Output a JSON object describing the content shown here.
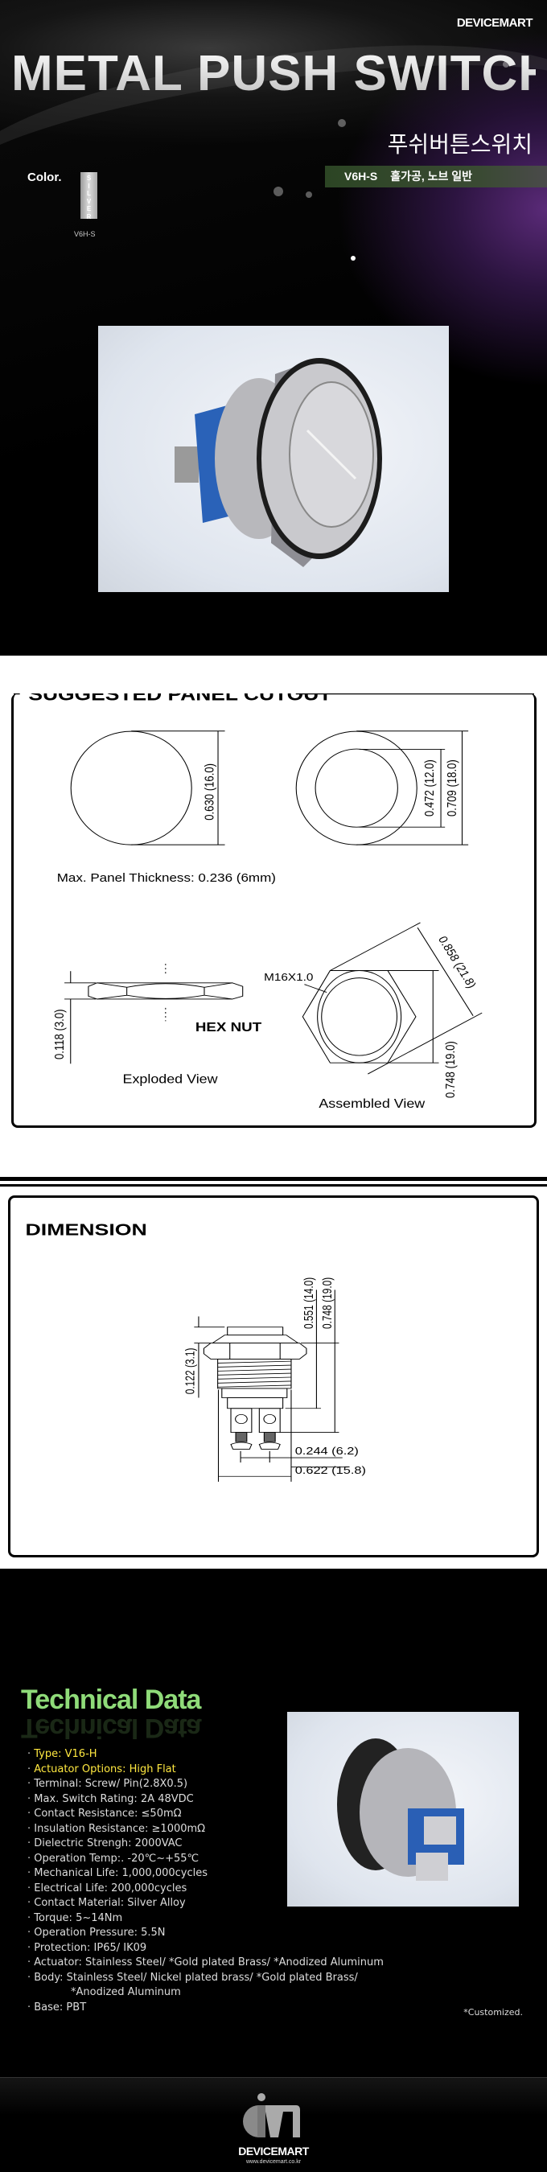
{
  "header": {
    "brand": "DEVICEMART",
    "title": "METAL PUSH SWITCH",
    "title_kr": "푸쉬버튼스위치",
    "variant_code": "V6H-S",
    "variant_desc": "홀가공, 노브 일반",
    "color_label": "Color.",
    "swatch_text": "SILVER",
    "swatch_code": "V6H-S",
    "swatch_color": "#c8c8c8",
    "accent_purple": "#5a2a78",
    "bar_green": "#2c4524"
  },
  "cutout": {
    "title": "SUGGESTED PANEL CUTOUT",
    "dim1": "0.630 (16.0)",
    "dim2": "0.472 (12.0)",
    "dim3": "0.709 (18.0)",
    "thickness": "Max. Panel Thickness: 0.236 (6mm)",
    "nut_dim": "0.118 (3.0)",
    "hex_nut": "HEX NUT",
    "exploded": "Exploded View",
    "thread": "M16X1.0",
    "hex_diag": "0.858 (21.8)",
    "hex_flat": "0.748 (19.0)",
    "assembled": "Assembled View"
  },
  "dimension": {
    "title": "DIMENSION",
    "d_top": "0.122 (3.1)",
    "d_551": "0.551 (14.0)",
    "d_748": "0.748 (19.0)",
    "d_244": "0.244 (6.2)",
    "d_622": "0.622 (15.8)"
  },
  "tech": {
    "title": "Technical Data",
    "accent": "#8fdb79",
    "highlight": "#ffe840",
    "specs": [
      "Type: V16-H",
      "Actuator Options: High Flat",
      "Terminal: Screw/ Pin(2.8X0.5)",
      "Max. Switch Rating: 2A 48VDC",
      "Contact Resistance: ≤50mΩ",
      "Insulation Resistance: ≥1000mΩ",
      "Dielectric Strengh: 2000VAC",
      "Operation Temp:. -20℃~+55℃",
      "Mechanical Life: 1,000,000cycles",
      "Electrical Life: 200,000cycles",
      "Contact Material: Silver Alloy",
      "Torque: 5~14Nm",
      "Operation Pressure: 5.5N",
      "Protection: IP65/ IK09",
      "Actuator: Stainless Steel/ *Gold plated Brass/ *Anodized Aluminum",
      "Body: Stainless Steel/ Nickel plated brass/ *Gold plated Brass/",
      "*Anodized Aluminum",
      "Base: PBT"
    ],
    "customized": "*Customized."
  },
  "footer": {
    "brand": "DEVICEMART",
    "url": "www.devicemart.co.kr"
  }
}
